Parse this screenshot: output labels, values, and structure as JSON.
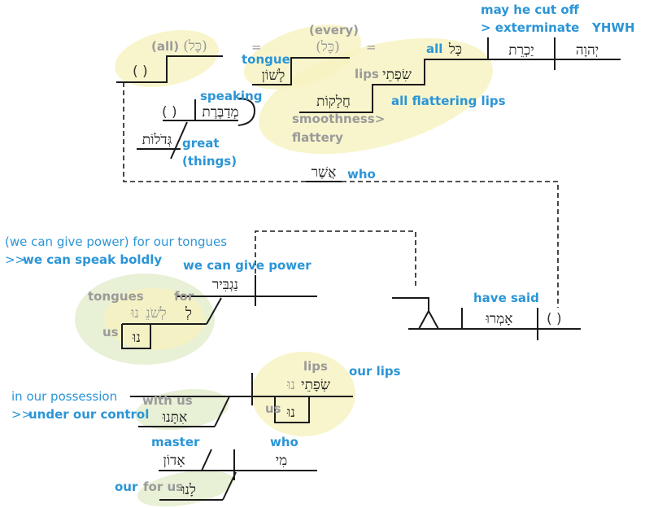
{
  "colors": {
    "accent": "#2b95d6",
    "gloss": "#9a9a9a",
    "highlight_yellow": "#f6f2bf",
    "highlight_green": "#e2eccc"
  },
  "top_clause": {
    "subject": {
      "hebrew": "יְהוָה",
      "gloss": "YHWH"
    },
    "verb": {
      "hebrew": "יַכְרֵת",
      "gloss_line1": "may he cut off",
      "gloss_line2": "> exterminate"
    },
    "object_all": {
      "hebrew": "כָּל",
      "gloss": "all"
    },
    "lips": {
      "hebrew": "שִׂפְתֵי",
      "gloss": "lips"
    },
    "flattery": {
      "hebrew": "חֲלָקוֹת",
      "gloss_line1": "smoothness>",
      "gloss_line2": "flattery"
    },
    "all_flattering_lips": "all flattering lips",
    "every": {
      "hebrew": "(כָּל)",
      "gloss": "(every)"
    },
    "tongue": {
      "hebrew": "לָשׁוֹן",
      "gloss": "tongue"
    },
    "all_paren": {
      "hebrew": "(כָּל)",
      "gloss": "(all)"
    },
    "equals": "=",
    "empty_slot": "(  )",
    "speaking": {
      "hebrew": "מְדַבֶּרֶת",
      "gloss": "speaking"
    },
    "great": {
      "hebrew": "גְּדֹלוֹת",
      "gloss_line1": "great",
      "gloss_line2": "(things)"
    },
    "relative": {
      "hebrew": "אֲשֶׁר",
      "gloss": "who"
    }
  },
  "relative_clause": {
    "verb": {
      "hebrew": "אָמְרוּ",
      "gloss": "have said"
    },
    "subject_slot": "(  )"
  },
  "quote_clause": {
    "translation_line1": "(we can give power) for our tongues",
    "translation_line2_prefix": ">> ",
    "translation_line2_bold": "we can speak boldly",
    "verb": {
      "hebrew": "נַגְבִּיר",
      "gloss": "we can give power"
    },
    "tongues_phrase": {
      "prep": "לְ",
      "noun": "לְשֹׁנֵ",
      "suffix": "נוּ",
      "gloss_noun": "tongues",
      "gloss_prep": "for"
    },
    "us": {
      "hebrew": "נוּ",
      "gloss": "us"
    }
  },
  "lips_clause": {
    "translation_line1": "in our possession",
    "translation_line2_prefix": ">> ",
    "translation_line2_bold": "under our control",
    "lips": {
      "hebrew": "שְׂפָתֵי",
      "suffix": "נוּ",
      "gloss": "lips",
      "combined_gloss": "our lips"
    },
    "us": {
      "hebrew": "נוּ",
      "gloss": "us"
    },
    "with_us": {
      "hebrew": "אִתָּנוּ",
      "gloss": "with us"
    }
  },
  "master_clause": {
    "master": {
      "hebrew": "אָדוֹן",
      "gloss": "master"
    },
    "who": {
      "hebrew": "מִי",
      "gloss": "who"
    },
    "for_us": {
      "hebrew": "לָנוּ",
      "gloss": "for us",
      "gloss_bold": "our"
    }
  }
}
